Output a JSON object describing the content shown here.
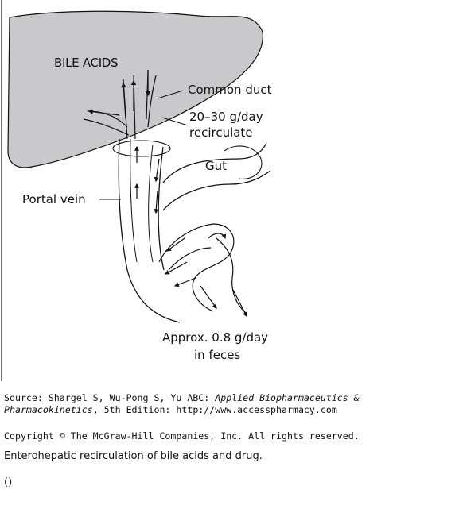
{
  "figure": {
    "labels": {
      "bile_acids": "BILE ACIDS",
      "common_duct": "Common duct",
      "recirculate_line1": "20–30 g/day",
      "recirculate_line2": "recirculate",
      "gut": "Gut",
      "portal_vein": "Portal vein",
      "feces_line1": "Approx. 0.8 g/day",
      "feces_line2": "in feces"
    },
    "colors": {
      "liver_fill": "#c9c9cc",
      "outline": "#111111"
    }
  },
  "source": {
    "prefix": "Source: Shargel S, Wu-Pong S, Yu ABC: ",
    "book_title_1": "Applied Biopharmaceutics &",
    "book_title_2": "Pharmacokinetics",
    "suffix": ", 5th Edition: http://www.accesspharmacy.com"
  },
  "copyright": "Copyright © The McGraw-Hill Companies, Inc. All rights reserved.",
  "caption": "Enterohepatic recirculation of bile acids and drug.",
  "empty_parens": "()"
}
